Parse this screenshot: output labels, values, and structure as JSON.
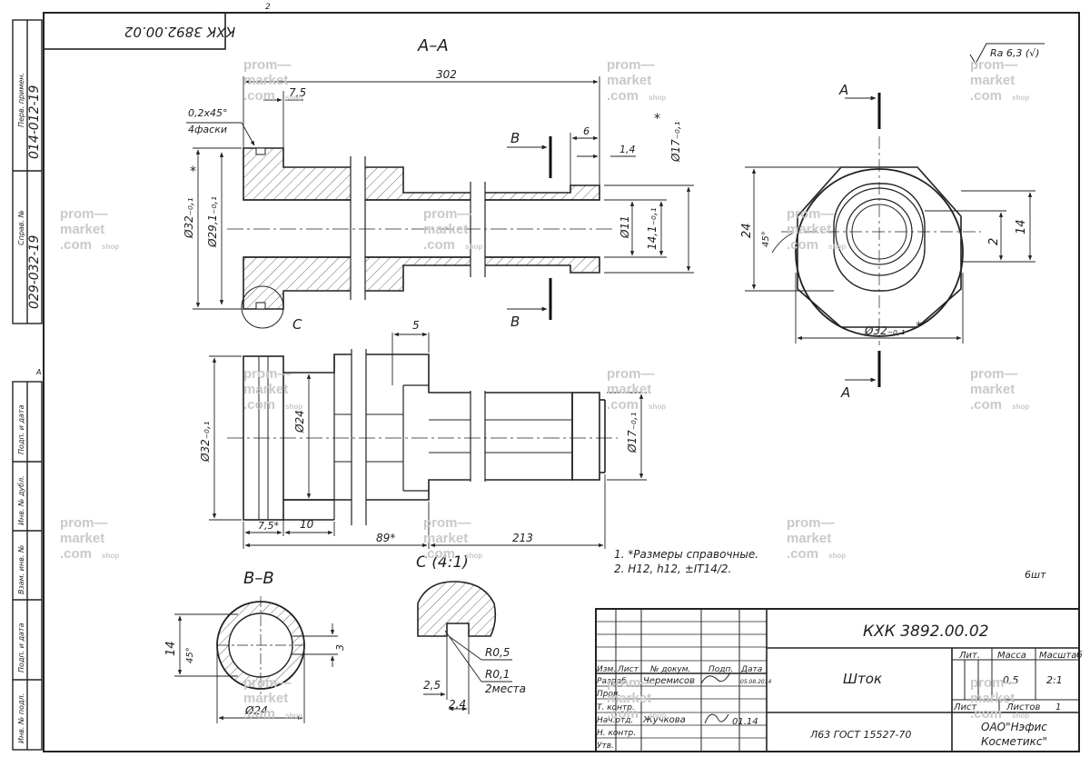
{
  "designation": "КХК 3892.00.02",
  "designation_mirrored": "КХК 3892.00.02",
  "sheet_format_mark": "2",
  "views": {
    "section_aa": "А–А",
    "section_bb": "В–В",
    "detail_c": "С (4:1)",
    "cut_a": "А",
    "cut_b": "В",
    "detail_marker": "С"
  },
  "roughness": "Ra 6,3 (√)",
  "dims": {
    "d302": "302",
    "d7_5": "7,5",
    "chamfer": "0,2х45°",
    "chamfer_count": "4фаски",
    "d6": "6",
    "d1_4": "1,4",
    "d17": "Ø17₋₀,₁",
    "d32": "Ø32₋₀,₁",
    "d29": "Ø29,1₋₀,₁",
    "d11": "Ø11",
    "d14_1": "14,1₋₀,₁",
    "star": "*",
    "d5": "5",
    "d24": "Ø24",
    "d32b": "Ø32₋₀,₁",
    "d17b": "Ø17₋₀,₁",
    "d7_5b": "7,5*",
    "d10": "10",
    "d89": "89*",
    "d213": "213",
    "r_24": "24",
    "r_45": "45°",
    "r_14": "14",
    "r_2": "2",
    "r_32": "Ø32₋₀,₁",
    "b_14": "14",
    "b_45": "45°",
    "b_3": "3",
    "b_24": "Ø24",
    "c_r05": "R0,5",
    "c_r01": "R0,1",
    "c_2mesta": "2места",
    "c_2_5": "2,5",
    "c_2_4": "2,4"
  },
  "notes": [
    "1.   *Размеры справочные.",
    "2.   Н12, h12, ±IT14/2."
  ],
  "handwritten_note": "6шт",
  "left_strip": {
    "perv_primen": "Перв. примен.",
    "perv_primen_value": "014-012-19",
    "sprav_no": "Справ. №",
    "sprav_no_value": "029-032-19",
    "podp_data_1": "Подп. и дата",
    "inv_dubl": "Инв. № дубл.",
    "vzam_inv": "Взам. инв. №",
    "podp_data_2": "Подп. и дата",
    "inv_podl": "Инв. № подл.",
    "zone_a": "А"
  },
  "title_block": {
    "designation": "КХК 3892.00.02",
    "name": "Шток",
    "material": "Л63 ГОСТ 15527-70",
    "lit": "Лит.",
    "mass": "Масса",
    "scale": "Масштаб",
    "mass_value": "0,5",
    "scale_value": "2:1",
    "sheet": "Лист",
    "sheets": "Листов",
    "sheets_value": "1",
    "org": "ОАО\"Нэфис",
    "org2": "Косметикс\"",
    "h_izm": "Изм.",
    "h_list": "Лист",
    "h_doc": "№ докум.",
    "h_podp": "Подп.",
    "h_data": "Дата",
    "r_razrab": "Разраб.",
    "r_prov": "Пров.",
    "r_tkontr": "Т. контр.",
    "r_nachotd": "Нач.отд.",
    "r_nkontr": "Н. контр.",
    "r_utv": "Утв.",
    "razrab_name": "Черемисов",
    "nachotd_name": "Жучкова",
    "razrab_date": "05.08.2014",
    "nachotd_sign": "01.14"
  },
  "watermark": {
    "l1": "prom—",
    "l2": "market",
    "l3": ".com",
    "shop": "shop"
  }
}
